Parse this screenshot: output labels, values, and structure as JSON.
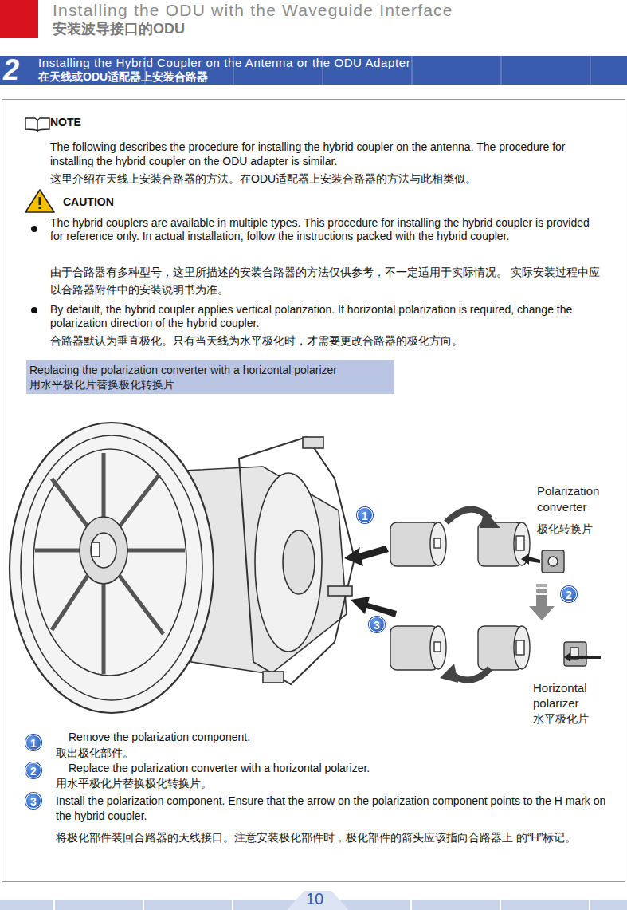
{
  "diagram": {
    "title": "Installing the ODU with the Waveguide Interface",
    "nodes": [
      {
        "text": [
          "2",
          "Installing the Hybrid Coupler on the Antenna or the ODU Adapter",
          "在天线或ODU适配器上安装合路器"
        ]
      },
      {
        "text": [
          "NOTE",
          "The following describes the procedure for installing the hybrid coupler on the antenna. The procedure for installing the hybrid coupler on the ODU adapter is similar.",
          "这里介绍在天线上安装合路器的方法。在ODU适配器上安装合路器的方法与此相类似。",
          "CAUTION",
          "The hybrid couplers are available in multiple types. This procedure for installing the hybrid coupler is provided for reference only. In actual installation, follow the instructions packed with the hybrid coupler.",
          "由于合路器有多种型号，这里所描述的安装合路器的方法仅供参考，不一定适用于实际情况。 实际安装过程中应以合路器附件中的安装说明书为准。",
          "By default, the hybrid coupler applies vertical polarization. If horizontal polarization is required, change the polarization direction of the hybrid coupler.",
          "合路器默认为垂直极化。只有当天线为水平极化时，才需要更改合路器的极化方向。"
        ]
      },
      {
        "text": [
          "Replacing the polarization converter with a horizontal polarizer",
          "用水平极化片替换极化转换片"
        ],
        "in": 1
      },
      {
        "text": [
          "1"
        ],
        "in": 1
      },
      {
        "text": [
          "2"
        ],
        "in": 1
      },
      {
        "text": [
          "3"
        ],
        "in": 1
      },
      {
        "text": [
          "1"
        ],
        "in": 1
      },
      {
        "text": [
          "2"
        ],
        "in": 1
      },
      {
        "text": [
          "3"
        ],
        "in": 1
      }
    ],
    "labels": [
      "安装波导接口的ODU",
      "Polarization converter",
      "极化转换片",
      "Horizontal polarizer",
      "水平极化片",
      "Remove the polarization component.",
      "取出极化部件。",
      "Replace the polarization converter with a horizontal polarizer.",
      "用水平极化片替换极化转换片。",
      "Install the polarization component. Ensure that the arrow on the polarization component points to the H mark on the hybrid coupler.",
      "将极化部件装回合路器的天线接口。注意安装极化部件时，极化部件的箭头应该指向合路器上 的“H”标记。",
      "10"
    ]
  }
}
